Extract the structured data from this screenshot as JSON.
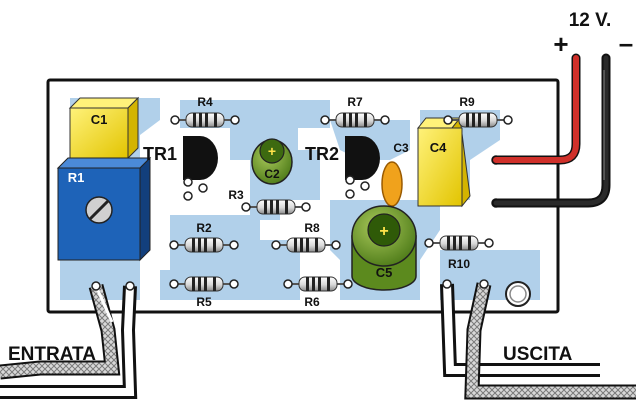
{
  "supply": {
    "voltage": "12 V.",
    "plus": "+",
    "minus": "–"
  },
  "io": {
    "input": "ENTRATA",
    "output": "USCITA"
  },
  "components": {
    "c1": "C1",
    "r1": "R1",
    "r2": "R2",
    "r3": "R3",
    "r4": "R4",
    "r5": "R5",
    "r6": "R6",
    "r7": "R7",
    "r8": "R8",
    "r9": "R9",
    "r10": "R10",
    "tr1": "TR1",
    "tr2": "TR2",
    "c2": "C2",
    "c3": "C3",
    "c4": "C4",
    "c5": "C5"
  },
  "colors": {
    "board": "#ffffff",
    "board_border": "#111111",
    "track": "#a9cbe8",
    "capacitor_yellow": "#f4e11c",
    "trimmer_blue": "#1e63b8",
    "electrolytic_green": "#6d9a2a",
    "ceramic_orange": "#f0a21c",
    "wire_red": "#d0302a",
    "wire_black": "#111111"
  }
}
